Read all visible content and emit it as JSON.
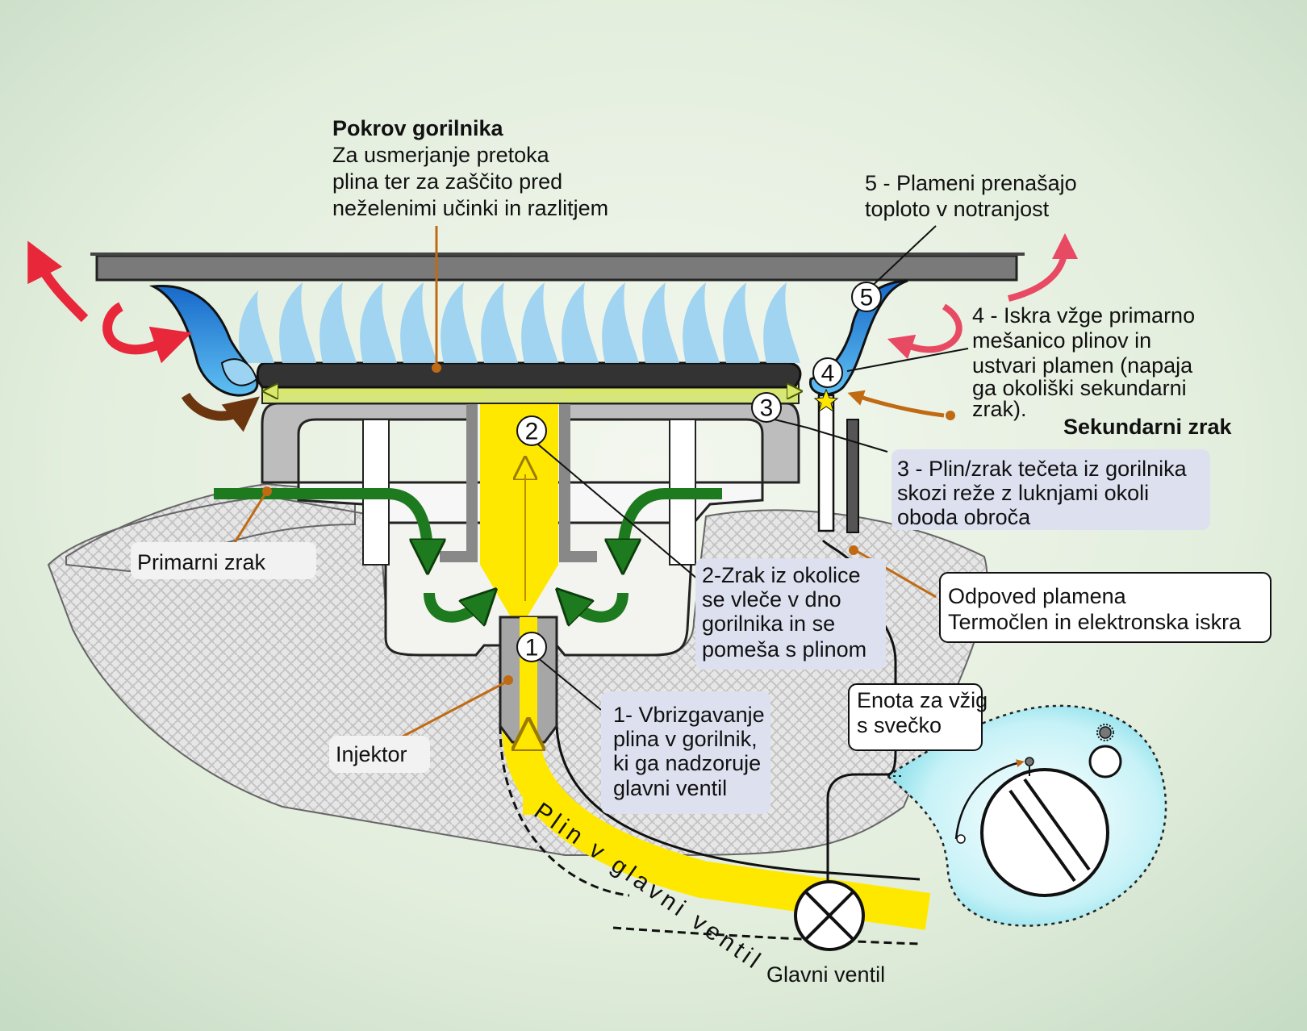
{
  "colors": {
    "background_center": "#f2f6ee",
    "background_edge": "#c9ddc6",
    "flame_blue": "#4aa8e8",
    "flame_light": "#9dd3f2",
    "gas_yellow": "#ffe800",
    "primary_air_green": "#1e7a1e",
    "hot_air_red": "#e8283a",
    "secondary_air_brown": "#b8661e",
    "label_box": "#dde0ef",
    "leader_line": "#c06a14"
  },
  "icons": {
    "main_valve": "circle-cross-valve-icon",
    "control_knob": "knob-icon",
    "ignition_button": "button-icon"
  },
  "labels": {
    "cap_title": "Pokrov gorilnika",
    "cap_line1": "Za usmerjanje pretoka",
    "cap_line2": "plina ter za zaščito pred",
    "cap_line3": "neželenimi učinki in razlitjem",
    "step5_line1": "5 - Plameni prenašajo",
    "step5_line2": "toploto v notranjost",
    "step4_line1": "4 - Iskra vžge primarno",
    "step4_line2": "mešanico plinov in",
    "step4_line3": "ustvari plamen (napaja",
    "step4_line4": "ga okoliški sekundarni",
    "step4_line5": "zrak).",
    "secondary_air": "Sekundarni zrak",
    "step3_line1": "3 - Plin/zrak tečeta iz gorilnika",
    "step3_line2": "skozi reže z luknjami okoli",
    "step3_line3": "oboda obroča",
    "primary_air": "Primarni zrak",
    "step2_line1": "2-Zrak iz okolice",
    "step2_line2": "se vleče v dno",
    "step2_line3": "gorilnika in se",
    "step2_line4": "pomeša s plinom",
    "flame_failure_line1": "Odpoved plamena",
    "flame_failure_line2": "Termočlen in elektronska iskra",
    "injector": "Injektor",
    "step1_line1": "1- Vbrizgavanje",
    "step1_line2": "plina v gorilnik,",
    "step1_line3": "ki ga nadzoruje",
    "step1_line4": "glavni ventil",
    "ignition_line1": "Enota za vžig",
    "ignition_line2": "s svečko",
    "pipe_text": "Plin v glavni ventil",
    "main_valve": "Glavni ventil"
  },
  "markers": [
    "1",
    "2",
    "3",
    "4",
    "5"
  ]
}
